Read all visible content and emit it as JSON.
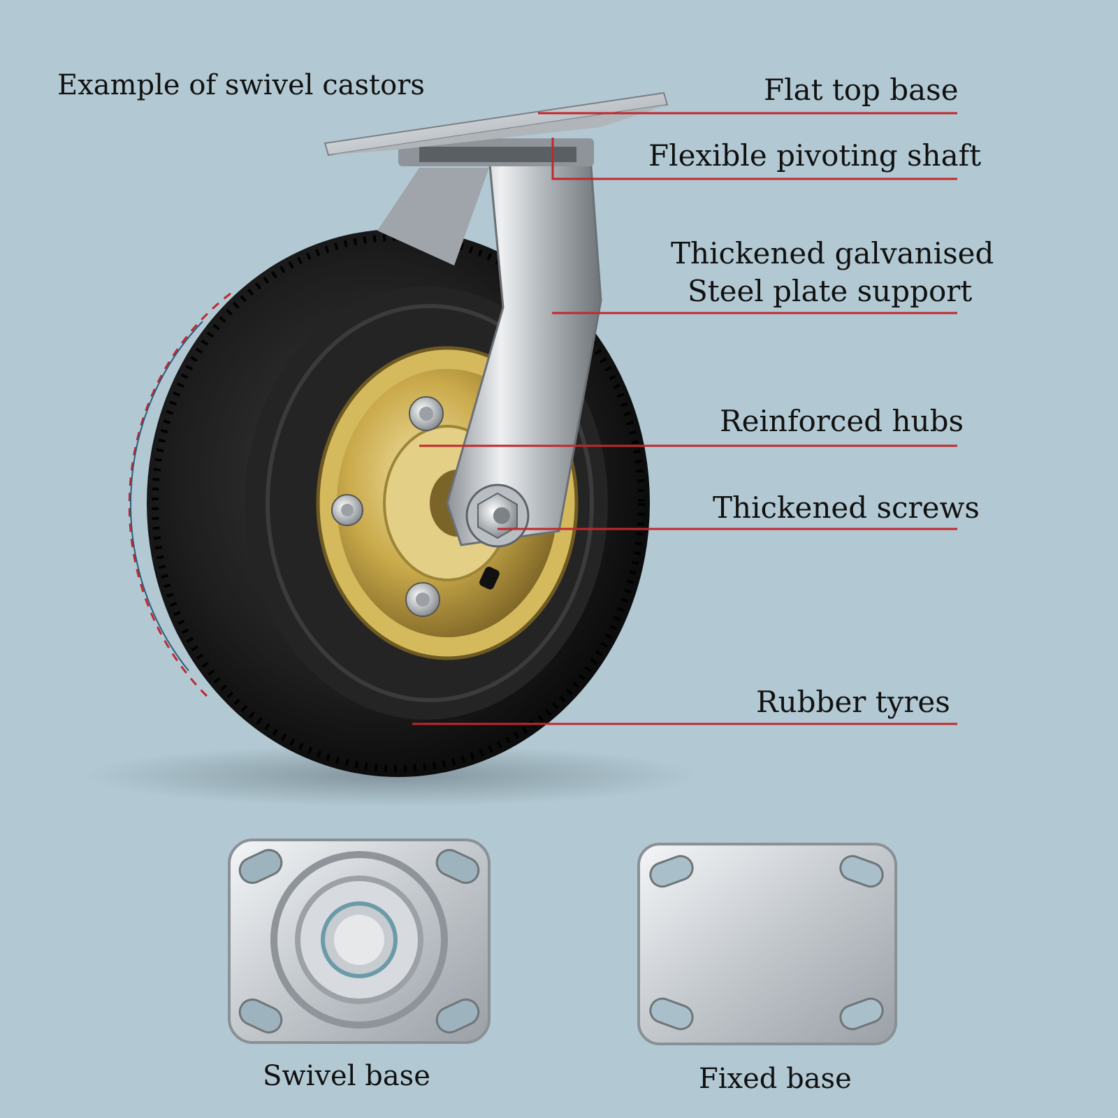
{
  "heading": "Example of swivel castors",
  "callouts": [
    {
      "id": "flat-top-base",
      "text": "Flat top base"
    },
    {
      "id": "flexible-pivoting-shaft",
      "text": "Flexible pivoting shaft"
    },
    {
      "id": "thickened-steel-plate",
      "lines": [
        "Thickened galvanised",
        "Steel plate support"
      ]
    },
    {
      "id": "reinforced-hubs",
      "text": "Reinforced hubs"
    },
    {
      "id": "thickened-screws",
      "text": "Thickened screws"
    },
    {
      "id": "rubber-tyres",
      "text": "Rubber tyres"
    }
  ],
  "bases": [
    {
      "id": "swivel-base",
      "caption": "Swivel base"
    },
    {
      "id": "fixed-base",
      "caption": "Fixed base"
    }
  ],
  "colors": {
    "background": "#b2c9d3",
    "leader_line": "#c0282d",
    "tyre": "#1a1a1a",
    "hub_gold": "#c9a94a",
    "steel": "#c8ccd0"
  }
}
